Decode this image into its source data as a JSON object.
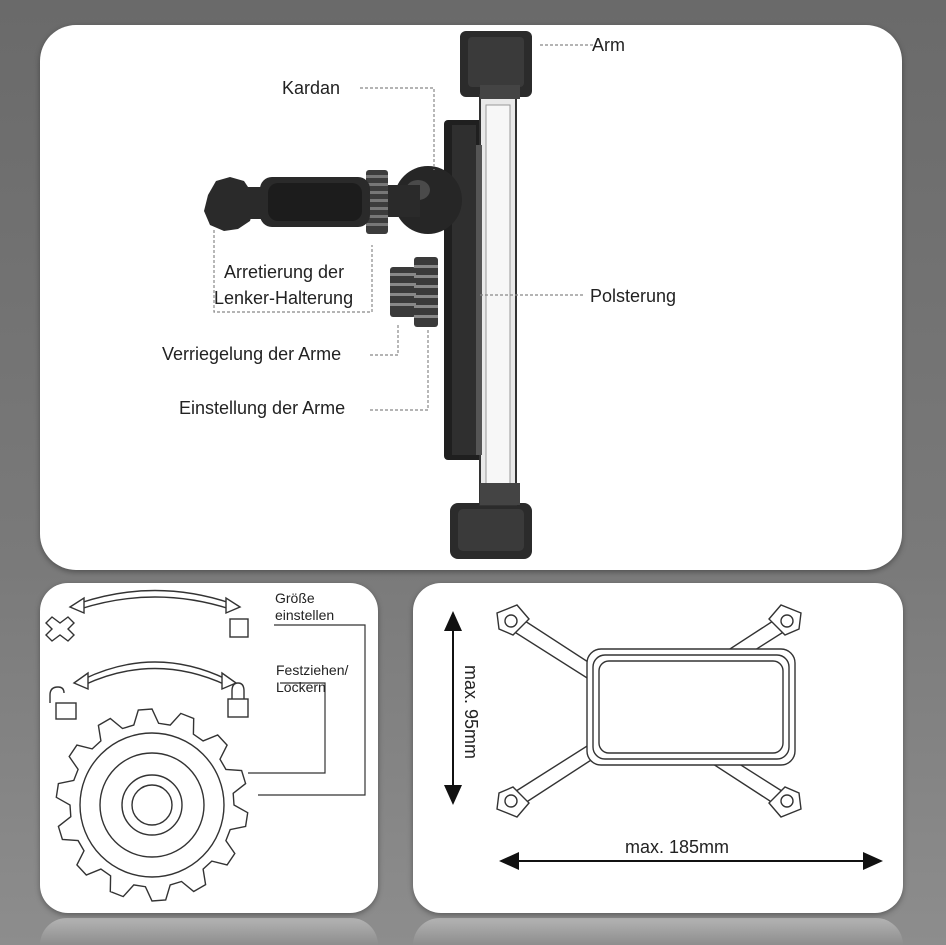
{
  "top_panel": {
    "labels": {
      "arm": "Arm",
      "kardan": "Kardan",
      "arretierung_line1": "Arretierung der",
      "arretierung_line2": "Lenker-Halterung",
      "polsterung": "Polsterung",
      "verriegelung": "Verriegelung der Arme",
      "einstellung": "Einstellung der Arme"
    }
  },
  "bottom_left_panel": {
    "labels": {
      "groesse_line1": "Größe",
      "groesse_line2": "einstellen",
      "festziehen_line1": "Festziehen/",
      "festziehen_line2": "Lockern"
    },
    "icons": [
      "expand-icon",
      "square-icon",
      "unlock-icon",
      "lock-icon",
      "gear-icon"
    ]
  },
  "bottom_right_panel": {
    "labels": {
      "height": "max. 95mm",
      "width": "max. 185mm"
    }
  }
}
